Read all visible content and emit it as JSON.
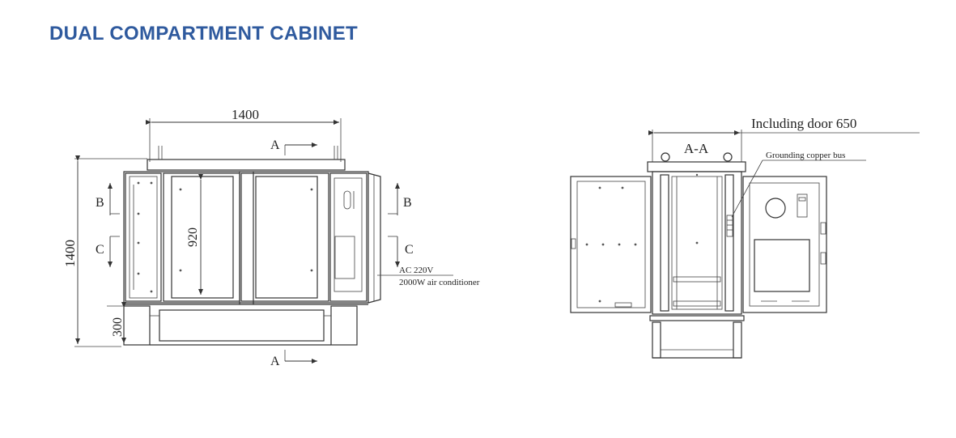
{
  "title": "DUAL COMPARTMENT CABINET",
  "front_view": {
    "width_dim": "1400",
    "height_dim": "1400",
    "inner_height_dim": "920",
    "base_height_dim": "300",
    "section_a_top": "A",
    "section_a_bottom": "A",
    "section_b_left": "B",
    "section_b_right": "B",
    "section_c_left": "C",
    "section_c_right": "C",
    "ac_line1": "AC 220V",
    "ac_line2": "2000W air conditioner"
  },
  "section_view": {
    "depth_dim": "Including door 650",
    "section_label": "A-A",
    "grounding_label": "Grounding copper bus"
  }
}
